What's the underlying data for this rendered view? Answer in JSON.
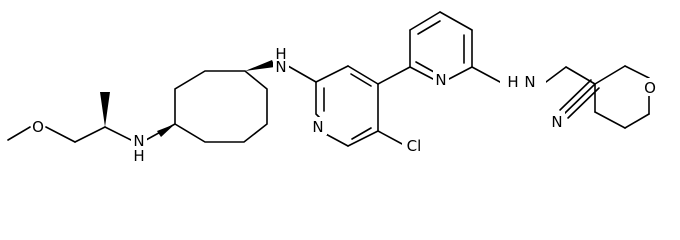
{
  "molecule": {
    "atom_labels": {
      "methoxy_o": "O",
      "amine_nh_left": "N",
      "amine_h_left": "H",
      "amine_nh_mid": "N",
      "amine_h_mid": "H",
      "pyridine_n_lower": "N",
      "chloro": "Cl",
      "pyridine_n_upper": "N",
      "amine_nh_right": "N",
      "amine_h_right": "H",
      "nitrile_n": "N",
      "ring_o": "O"
    }
  }
}
